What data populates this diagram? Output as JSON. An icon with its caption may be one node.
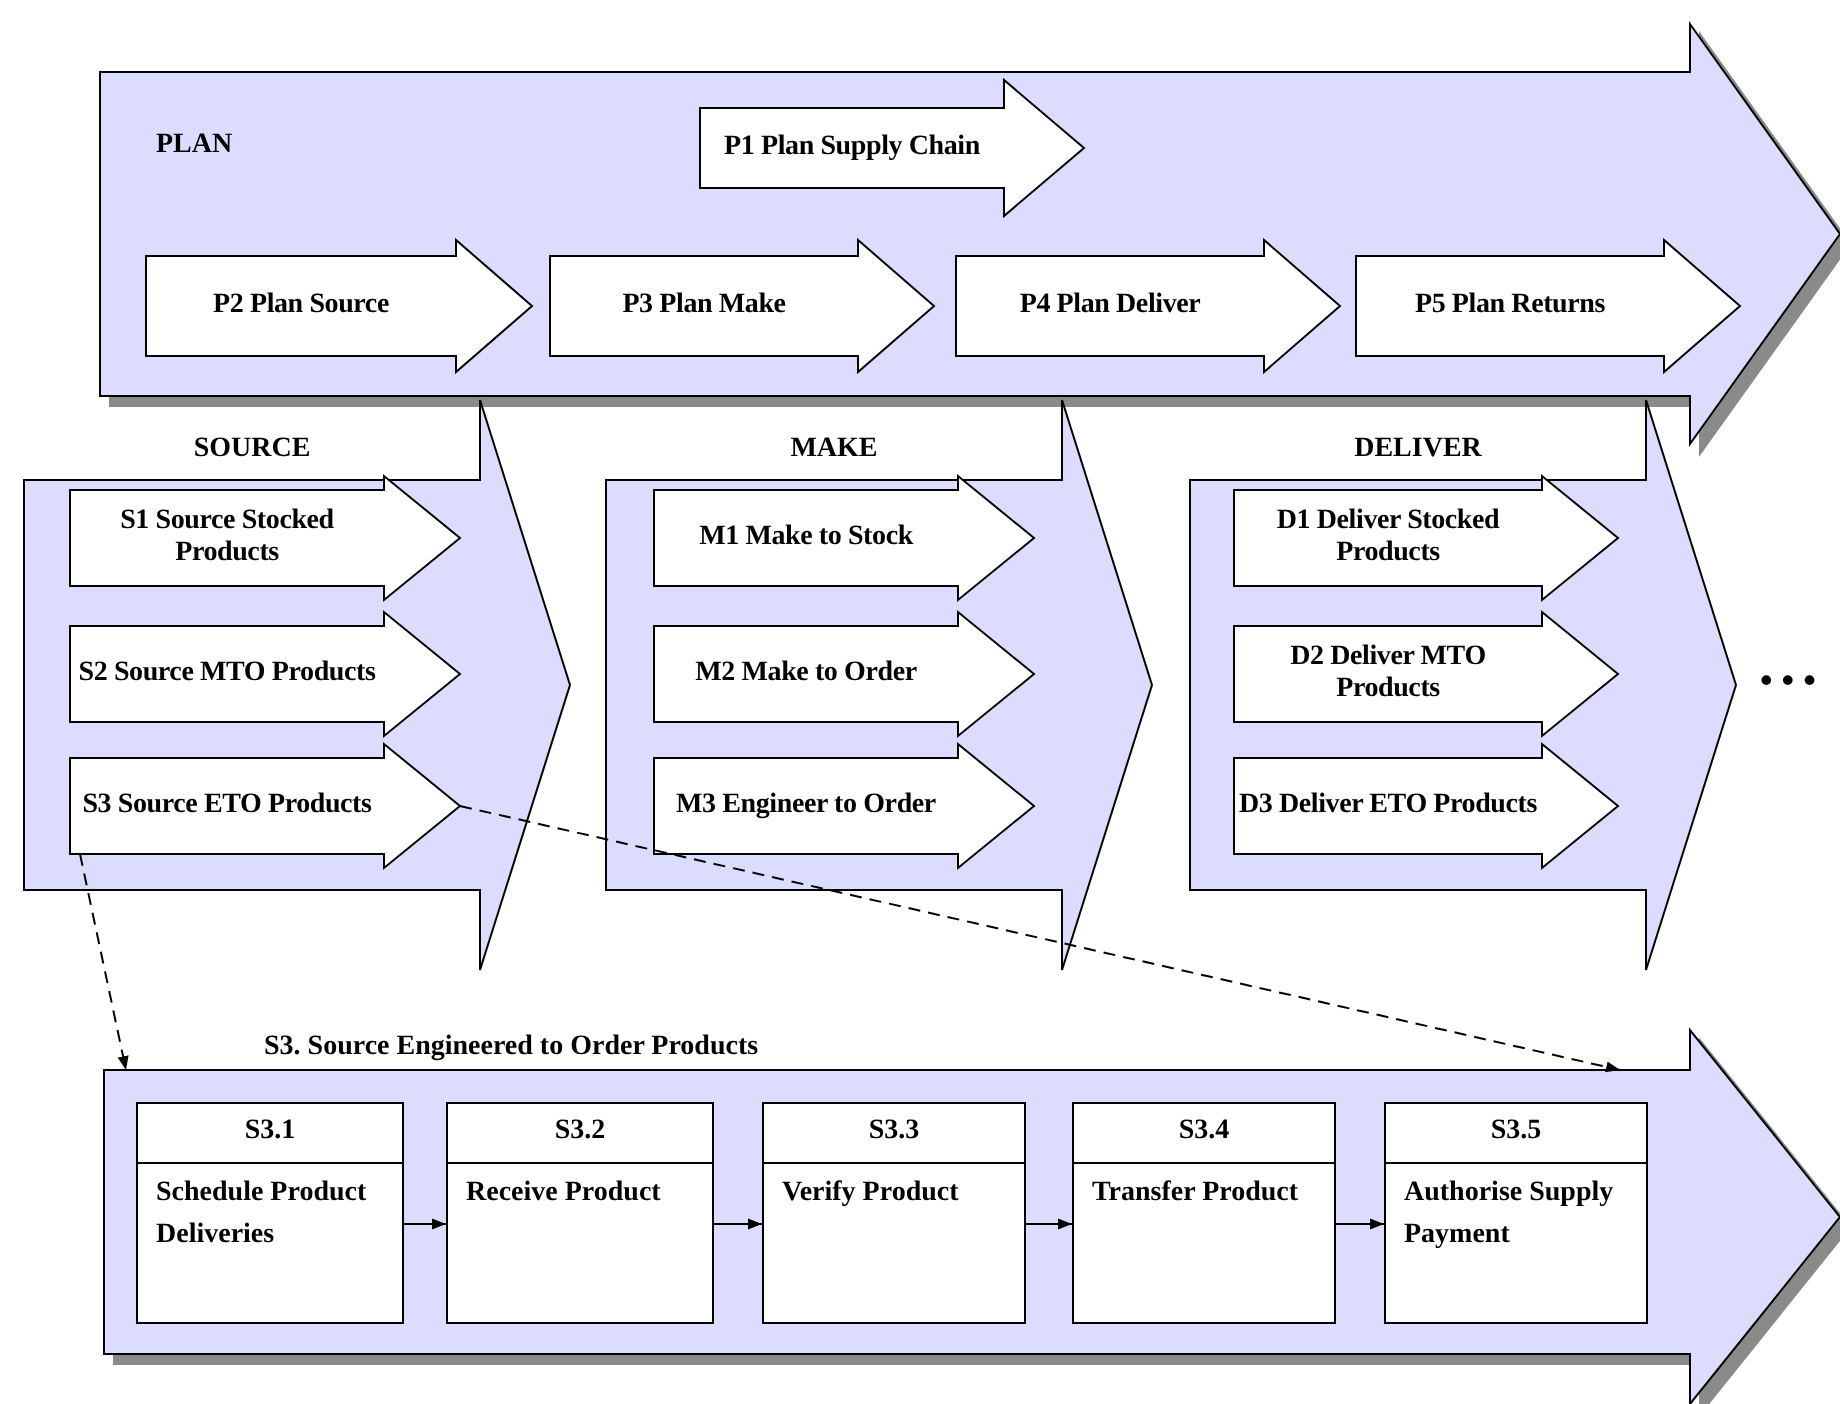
{
  "diagram": {
    "nodes": [
      {
        "text": [
          "PLAN"
        ]
      },
      {
        "text": [
          "P1 Plan Supply Chain"
        ],
        "in": 0
      },
      {
        "text": [
          "P2 Plan Source"
        ],
        "in": 0
      },
      {
        "text": [
          "P3 Plan Make"
        ],
        "in": 0
      },
      {
        "text": [
          "P4 Plan Deliver"
        ],
        "in": 0
      },
      {
        "text": [
          "P5 Plan Returns"
        ],
        "in": 0
      },
      {
        "text": [
          "SOURCE"
        ]
      },
      {
        "text": [
          "S1 Source Stocked Products"
        ],
        "in": 6
      },
      {
        "text": [
          "S2 Source MTO Products"
        ],
        "in": 6
      },
      {
        "text": [
          "S3 Source ETO Products"
        ],
        "in": 6
      },
      {
        "text": [
          "MAKE"
        ]
      },
      {
        "text": [
          "M1 Make to Stock"
        ],
        "in": 10
      },
      {
        "text": [
          "M2 Make to Order"
        ],
        "in": 10
      },
      {
        "text": [
          "M3 Engineer to Order"
        ],
        "in": 10
      },
      {
        "text": [
          "DELIVER"
        ]
      },
      {
        "text": [
          "D1 Deliver Stocked Products"
        ],
        "in": 14
      },
      {
        "text": [
          "D2 Deliver MTO Products"
        ],
        "in": 14
      },
      {
        "text": [
          "D3 Deliver ETO Products"
        ],
        "in": 14
      },
      {
        "text": [
          "S3. Source Engineered to Order Products"
        ]
      },
      {
        "text": [
          "S3.1",
          "Schedule Product Deliveries"
        ],
        "in": 18
      },
      {
        "text": [
          "S3.2",
          "Receive Product"
        ],
        "in": 18
      },
      {
        "text": [
          "S3.3",
          "Verify Product"
        ],
        "in": 18
      },
      {
        "text": [
          "S3.4",
          "Transfer Product"
        ],
        "in": 18
      },
      {
        "text": [
          "S3.5",
          "Authorise Supply Payment"
        ],
        "in": 18
      }
    ],
    "edges": [
      {
        "from": 9,
        "to": 18,
        "arrow": "to",
        "style": "dashed"
      },
      {
        "from": 9,
        "to": 18,
        "arrow": "to",
        "style": "dashed"
      },
      {
        "from": 19,
        "to": 20,
        "arrow": "to"
      },
      {
        "from": 20,
        "to": 21,
        "arrow": "to"
      },
      {
        "from": 21,
        "to": 22,
        "arrow": "to"
      },
      {
        "from": 22,
        "to": 23,
        "arrow": "to"
      }
    ],
    "labels": [
      "• • •"
    ]
  }
}
